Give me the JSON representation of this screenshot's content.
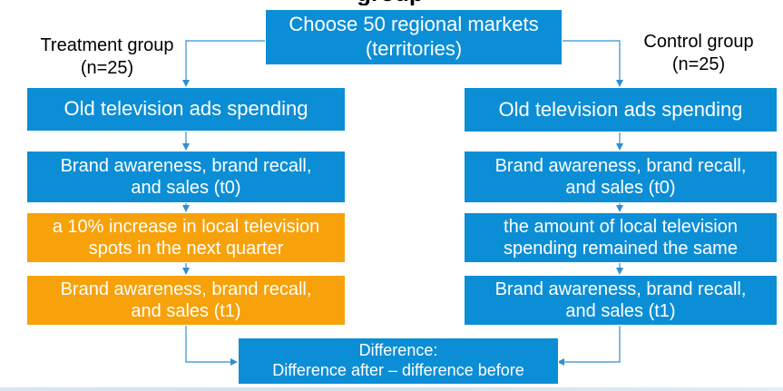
{
  "header": {
    "title": "group"
  },
  "diagram": {
    "top_box": "Choose 50 regional markets\n(territories)",
    "treatment_label": "Treatment group\n(n=25)",
    "control_label": "Control group\n(n=25)",
    "left": {
      "old_spending": "Old television ads spending",
      "pre_measure": "Brand awareness, brand recall,\nand sales (t0)",
      "intervention": "a 10% increase in local television\nspots in the next quarter",
      "post_measure": "Brand awareness, brand recall,\nand sales (t1)"
    },
    "right": {
      "old_spending": "Old television ads spending",
      "pre_measure": "Brand awareness, brand recall,\nand sales (t0)",
      "intervention": "the amount of local television\nspending remained the same",
      "post_measure": "Brand awareness, brand recall,\nand sales (t1)"
    },
    "difference_box": "Difference:\nDifference after – difference before"
  },
  "colors": {
    "box_blue": "#0c8ed6",
    "box_orange": "#f7a20a",
    "arrow": "#2f90d0"
  }
}
